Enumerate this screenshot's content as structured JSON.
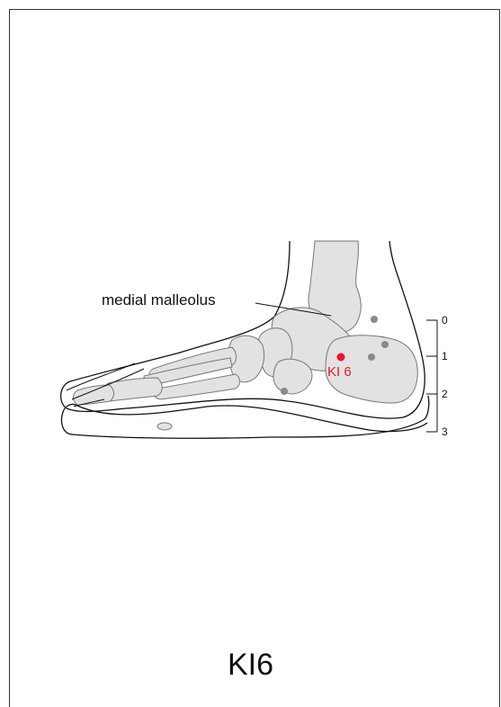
{
  "labels": {
    "medial_malleolus": "medial malleolus",
    "point_name": "KI 6"
  },
  "scale_ticks": [
    "0",
    "1",
    "2",
    "3"
  ],
  "title": "KI6",
  "colors": {
    "outline": "#111111",
    "bone_fill": "#e2e2e2",
    "bone_stroke": "#777777",
    "marker": "#8a8a8a",
    "acupoint": "#e8162b"
  }
}
